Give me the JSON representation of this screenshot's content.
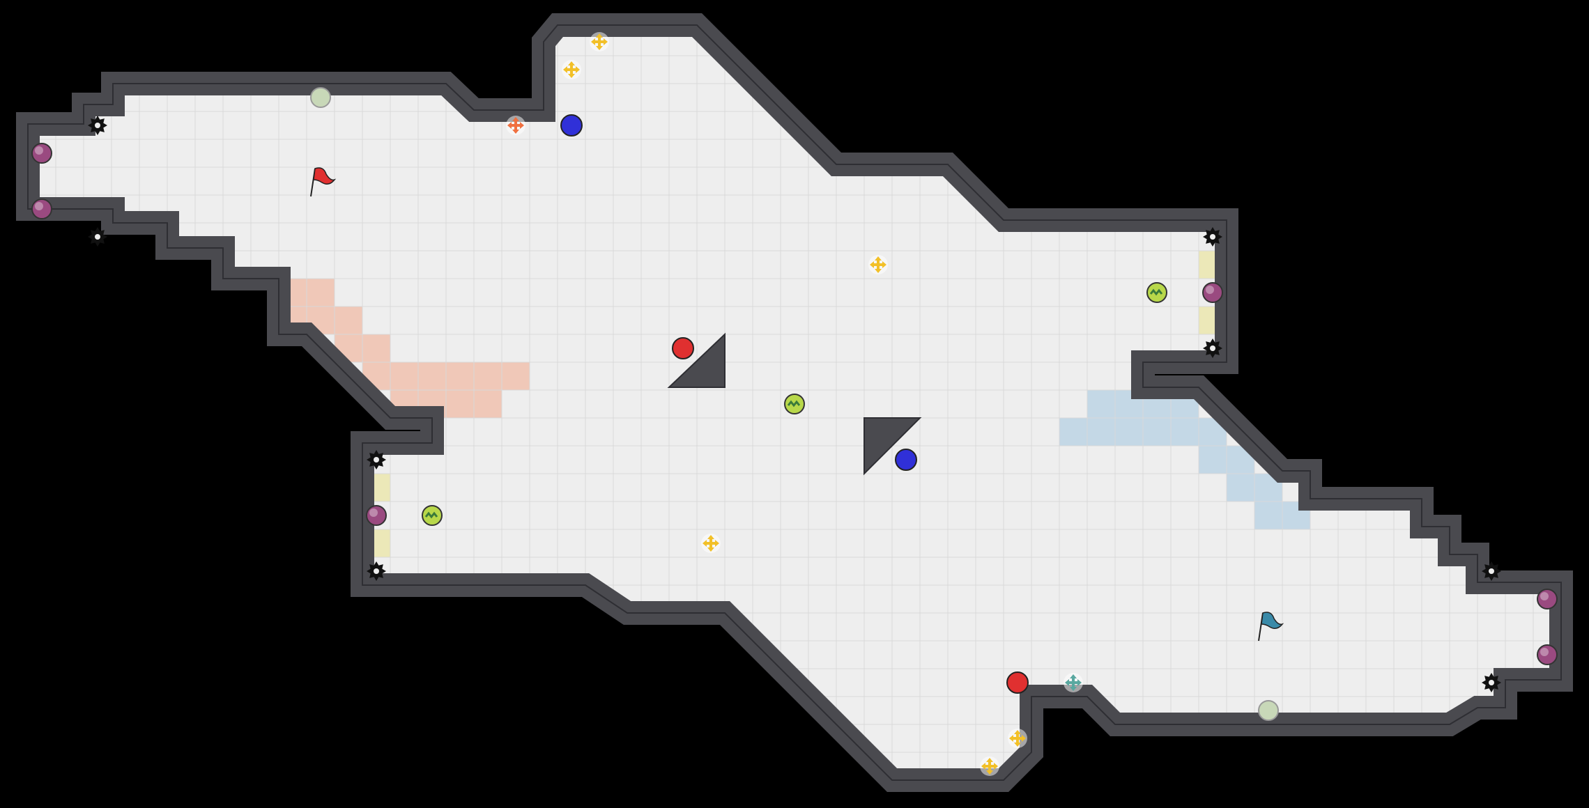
{
  "colors": {
    "background": "#000000",
    "floor": "#eeeeee",
    "grid": "#d9d9d9",
    "wall": "#4a4a4f",
    "wall_edge": "#2e2e33",
    "red_team": "#e03030",
    "blue_team": "#3030d8",
    "red_endzone": "#f0c8b8",
    "blue_endzone": "#c4d8e6",
    "gate_tile": "#ece8b8",
    "boost_yellow": "#f2c028",
    "boost_red": "#f07040",
    "boost_teal": "#5aa8a0",
    "bomb": "#9a4a80",
    "powerup": "#b8d84a",
    "mine_green": "#c8d8b8"
  },
  "map_objects": {
    "flags": [
      {
        "team": "red",
        "icon": "red-flag-icon"
      },
      {
        "team": "blue",
        "icon": "blue-flag-icon"
      }
    ],
    "players": [
      {
        "team": "red",
        "icon": "red-ball-icon"
      },
      {
        "team": "red",
        "icon": "red-ball-icon"
      },
      {
        "team": "blue",
        "icon": "blue-ball-icon"
      },
      {
        "team": "blue",
        "icon": "blue-ball-icon"
      }
    ],
    "boosts": [
      {
        "type": "neutral",
        "icon": "speed-boost-icon"
      },
      {
        "type": "red",
        "icon": "red-boost-icon"
      },
      {
        "type": "blue",
        "icon": "blue-boost-icon"
      }
    ],
    "bombs": {
      "icon": "bomb-icon"
    },
    "powerups": {
      "icon": "powerup-icon"
    },
    "spikes": {
      "icon": "spike-icon"
    },
    "mines": {
      "icon": "mine-icon"
    }
  }
}
